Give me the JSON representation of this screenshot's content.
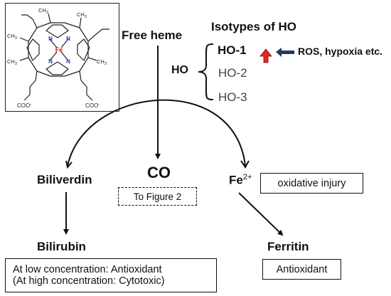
{
  "heme_structure": {
    "metal": "Fe",
    "n_label": "N",
    "methyl_label": "CH",
    "methyl_sub": "3",
    "carboxylate_label": "COO",
    "carboxylate_charge": "-"
  },
  "free_heme": "Free heme",
  "isotypes": {
    "title": "Isotypes of HO",
    "enzyme": "HO",
    "ho1": "HO-1",
    "ho2": "HO-2",
    "ho3": "HO-3",
    "inducers": "ROS, hypoxia etc."
  },
  "products": {
    "biliverdin": "Biliverdin",
    "co": "CO",
    "iron": "Fe",
    "iron_charge": "2+",
    "bilirubin": "Bilirubin",
    "ferritin": "Ferritin"
  },
  "boxes": {
    "to_figure": "To Figure 2",
    "oxidative": "oxidative injury",
    "bilirubin_line1": "At low concentration: Antioxidant",
    "bilirubin_line2": "(At high concentration: Cytotoxic)",
    "ferritin_effect": "Antioxidant"
  },
  "colors": {
    "up_arrow": "#e8261f",
    "inducer_arrow": "#1f3a5a",
    "fe": "#d4111d",
    "n": "#1f3fbf"
  }
}
